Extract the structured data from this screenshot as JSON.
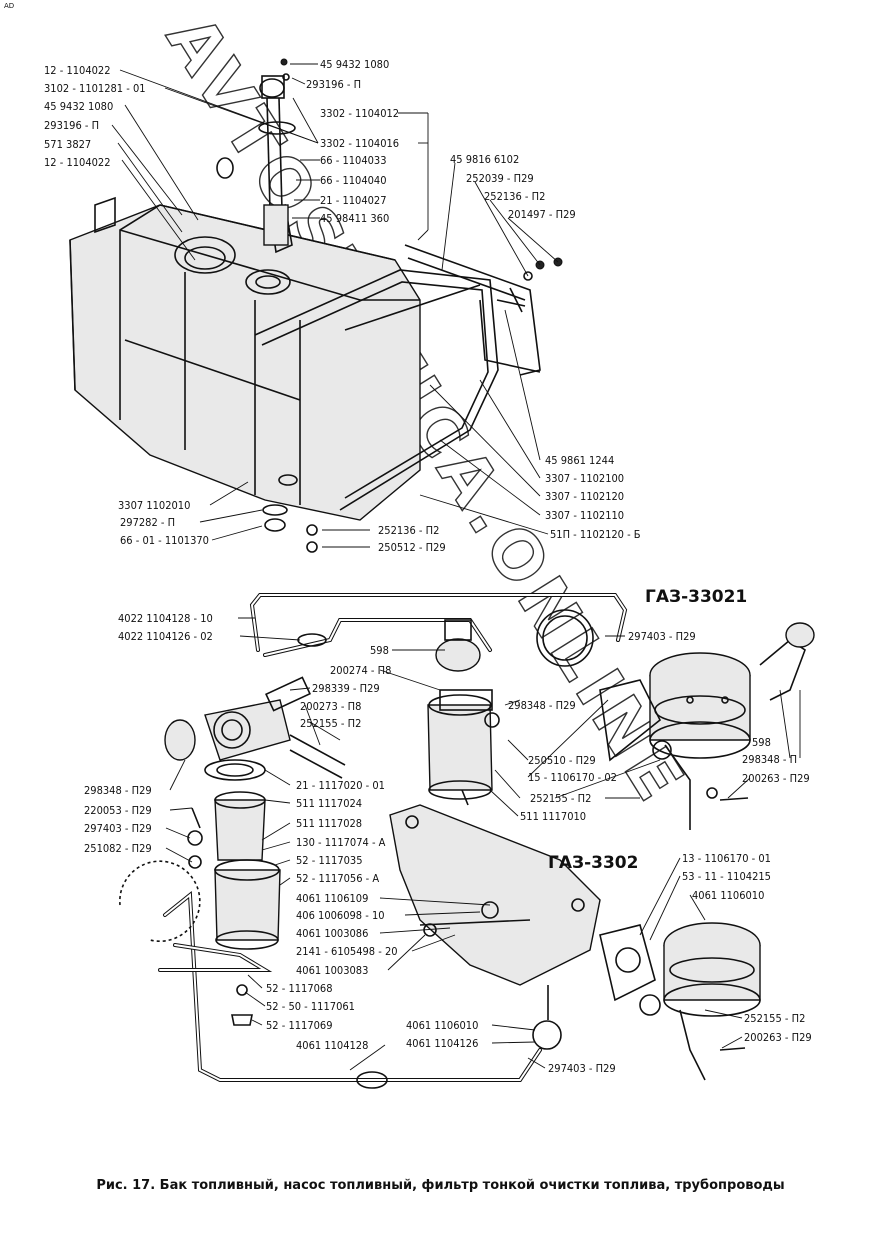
{
  "corner_mark": "AD",
  "watermark": "AVTOSTATICA.ONLINE",
  "models": {
    "gaz_33021": "ГАЗ-33021",
    "gaz_3302": "ГАЗ-3302"
  },
  "caption": "Рис. 17. Бак топливный, насос топливный, фильтр тонкой очистки топлива, трубопроводы",
  "labels": [
    "45 9432 1080",
    "293196 - П",
    "12 - 1104022",
    "3102 - 1101281 - 01",
    "45 9432 1080",
    "293196 - П",
    "571 3827",
    "12 - 1104022",
    "3302 - 1104012",
    "3302 - 1104016",
    "66 - 1104033",
    "66 - 1104040",
    "21 - 1104027",
    "45 98411 360",
    "45 9816 6102",
    "252039 - П29",
    "252136 - П2",
    "201497 - П29",
    "45 9861 1244",
    "3307 - 1102100",
    "3307 - 1102120",
    "3307 - 1102110",
    "51П - 1102120 - Б",
    "3307 1102010",
    "297282 - П",
    "66 - 01 - 1101370",
    "252136 - П2",
    "250512 - П29",
    "4022 1104128 - 10",
    "4022 1104126 - 02",
    "297403 - П29",
    "598",
    "200274 - П8",
    "298339 - П29",
    "200273 - П8",
    "252155 - П2",
    "298348 - П29",
    "250510 - П29",
    "15 - 1106170 - 02",
    "252155 - П2",
    "511 1117010",
    "598",
    "298348 - П",
    "200263 - П29",
    "298348 - П29",
    "220053 - П29",
    "297403 - П29",
    "251082 - П29",
    "21 - 1117020 - 01",
    "511 1117024",
    "511 1117028",
    "130 - 1117074 - А",
    "52 - 1117035",
    "52 - 1117056 - А",
    "4061 1106109",
    "406 1006098 - 10",
    "4061 1003086",
    "2141 - 6105498 - 20",
    "4061 1003083",
    "52 - 1117068",
    "52 - 50 - 1117061",
    "52 - 1117069",
    "4061 1104128",
    "4061 1106010",
    "4061 1104126",
    "297403 - П29",
    "13 - 1106170 - 01",
    "53 - 11 - 1104215",
    "4061 1106010",
    "252155 - П2",
    "200263 - П29"
  ]
}
